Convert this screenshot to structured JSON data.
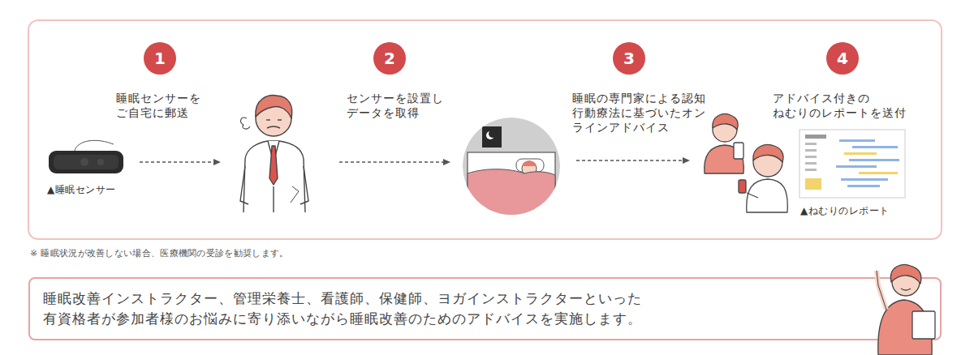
{
  "diagram": {
    "nodes": [
      {
        "text": [
          "1"
        ]
      },
      {
        "text": [
          "2"
        ]
      },
      {
        "text": [
          "3"
        ]
      },
      {
        "text": [
          "4"
        ]
      },
      {
        "text": [
          "睡眠改善インストラクター、管理栄養士、看護師、保健師、ヨガインストラクターといった 有資格者が参加者様のお悩みに寄り添いながら睡眠改善のためのアドバイスを実施します。"
        ]
      }
    ],
    "labels": [
      "睡眠センサーを ご自宅に郵送",
      "センサーを設置し データを取得",
      "睡眠の専門家による認知 行動療法に基づいたオン ラインアドバイス",
      "アドバイス付きの ねむりのレポートを送付",
      "▲睡眠センサー",
      "▲ねむりのレポート",
      "※ 睡眠状況が改善しない場合、医療機関の受診を勧奨します。"
    ]
  }
}
